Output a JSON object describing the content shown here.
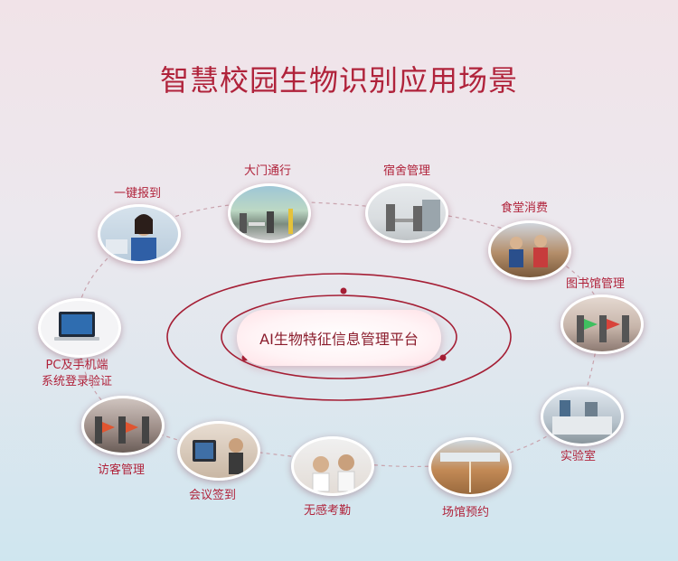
{
  "page": {
    "title": "智慧校园生物识别应用场景"
  },
  "center": {
    "label": "AI生物特征信息管理平台"
  },
  "scenes": [
    {
      "id": "gate",
      "label": "大门通行"
    },
    {
      "id": "dorm",
      "label": "宿舍管理"
    },
    {
      "id": "canteen",
      "label": "食堂消费"
    },
    {
      "id": "library",
      "label": "图书馆管理"
    },
    {
      "id": "lab",
      "label": "实验室"
    },
    {
      "id": "venue",
      "label": "场馆预约"
    },
    {
      "id": "attendance",
      "label": "无感考勤"
    },
    {
      "id": "meeting",
      "label": "会议签到"
    },
    {
      "id": "visitor",
      "label": "访客管理"
    },
    {
      "id": "login",
      "label": "PC及手机端",
      "label2": "系统登录验证"
    },
    {
      "id": "checkin",
      "label": "一键报到"
    }
  ]
}
